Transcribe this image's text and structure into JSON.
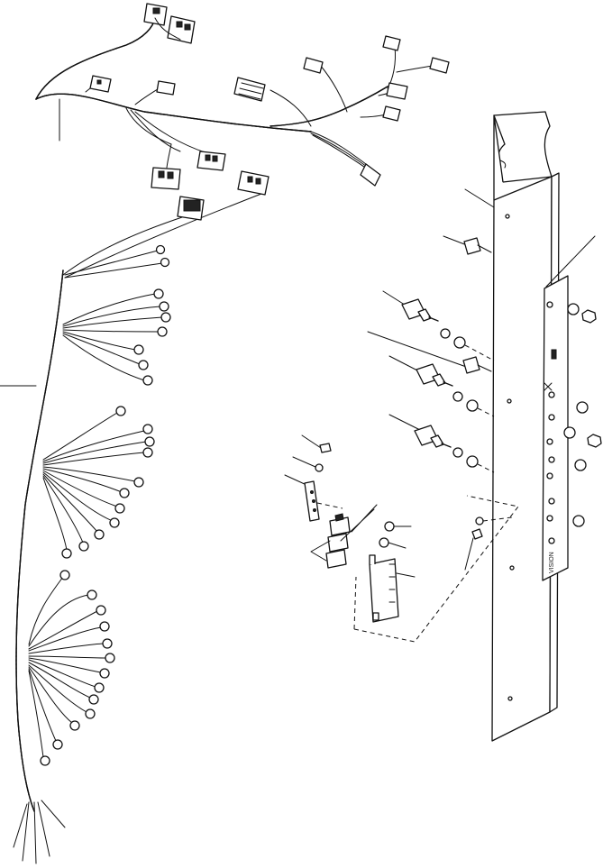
{
  "drawing": {
    "kind": "exploded-parts-view",
    "panel_marking": "VISION",
    "line_color": "#111111",
    "background": "#ffffff",
    "icons": [
      "wiring-harness",
      "coiled-conduit",
      "connector",
      "ring-terminal",
      "toggle-switch",
      "mounting-panel",
      "relay-block",
      "washer",
      "nut",
      "bolt"
    ]
  }
}
